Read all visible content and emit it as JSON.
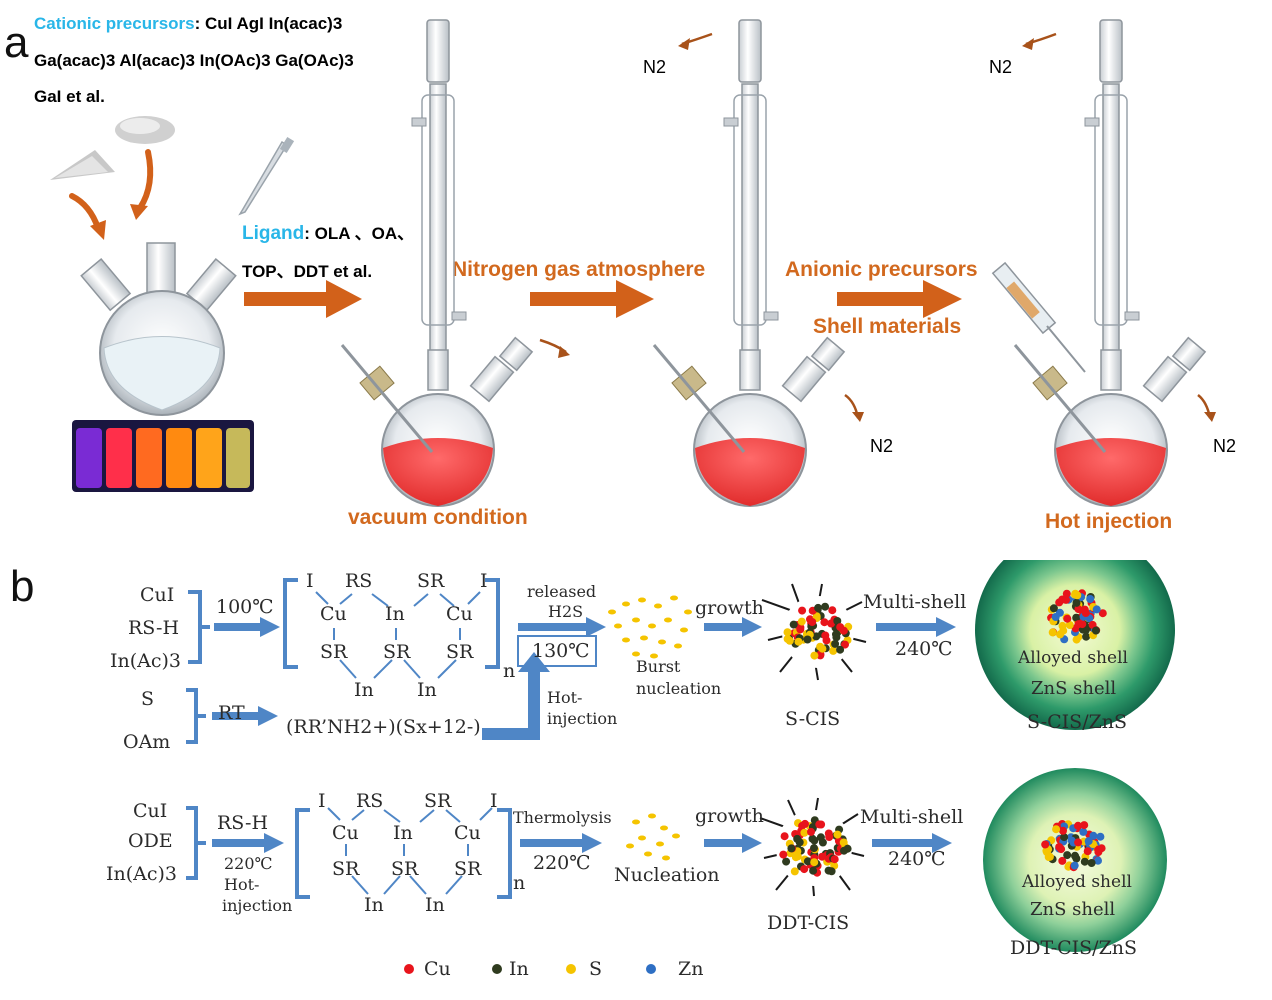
{
  "panel_a": {
    "letter": "a",
    "cationic_label": "Cationic precursors",
    "cationic_line1": ": CuI  AgI  In(acac)3",
    "cationic_line2": "Ga(acac)3  Al(acac)3 In(OAc)3  Ga(OAc)3",
    "cationic_line3": "GaI  et al.",
    "ligand_label": "Ligand",
    "ligand_line1": ": OLA 、OA、",
    "ligand_line2": "TOP、DDT et al.",
    "step1_caption": "vacuum condition",
    "step2_title": "Nitrogen gas atmosphere",
    "step3_title1": "Anionic precursors",
    "step3_title2": "Shell materials",
    "step3_caption": "Hot  injection",
    "n2_a": "N2",
    "n2_b": "N2",
    "n2_c": "N2",
    "n2_d": "N2"
  },
  "panel_b": {
    "letter": "b",
    "route1": {
      "reagents": [
        "CuI",
        "RS-H",
        "In(Ac)3"
      ],
      "cond": "100℃",
      "released": "released",
      "h2s": "H2S",
      "temp_box": "130℃",
      "hot_injection_1": "Hot-",
      "hot_injection_2": "injection",
      "burst1": "Burst",
      "burst2": "nucleation",
      "growth": "growth",
      "product": "S-CIS",
      "multishell": "Multi-shell",
      "shell_temp": "240℃",
      "alloyed": "Alloyed shell",
      "zns": "ZnS shell",
      "final": "S-CIS/ZnS"
    },
    "sulfur": {
      "reagents": [
        "S",
        "OAm"
      ],
      "cond": "RT",
      "formula": "(RR’NH2+)(Sx+12-)"
    },
    "route2": {
      "reagents": [
        "CuI",
        "ODE",
        "In(Ac)3"
      ],
      "cond": "RS-H",
      "cond2": "220℃",
      "hot1": "Hot-",
      "hot2": "injection",
      "thermolysis": "Thermolysis",
      "thermo_temp": "220℃",
      "nucleation": "Nucleation",
      "growth": "growth",
      "product": "DDT-CIS",
      "multishell": "Multi-shell",
      "shell_temp": "240℃",
      "alloyed": "Alloyed shell",
      "zns": "ZnS shell",
      "final": "DDT-CIS/ZnS"
    },
    "complex": {
      "atoms_top": [
        "I",
        "RS",
        "SR",
        "I"
      ],
      "atoms_mid": [
        "Cu",
        "In",
        "Cu"
      ],
      "atoms_sr": [
        "SR",
        "SR",
        "SR"
      ],
      "atoms_bot": [
        "In",
        "In"
      ],
      "subscript": "n"
    },
    "legend": [
      {
        "label": "Cu",
        "color": "#e8141c"
      },
      {
        "label": "In",
        "color": "#2f3b1f"
      },
      {
        "label": "S",
        "color": "#f5c400"
      },
      {
        "label": "Zn",
        "color": "#2e6fc4"
      }
    ]
  },
  "colors": {
    "arrow_orange": "#d2611a",
    "arrow_blue": "#4f86c6",
    "liquid_red": "#ef3b3b",
    "shell_green_dark": "#1b8a56",
    "shell_green_light": "#d7f2a6",
    "text_orange": "#d2691e",
    "text_cyan": "#29b6e8"
  }
}
